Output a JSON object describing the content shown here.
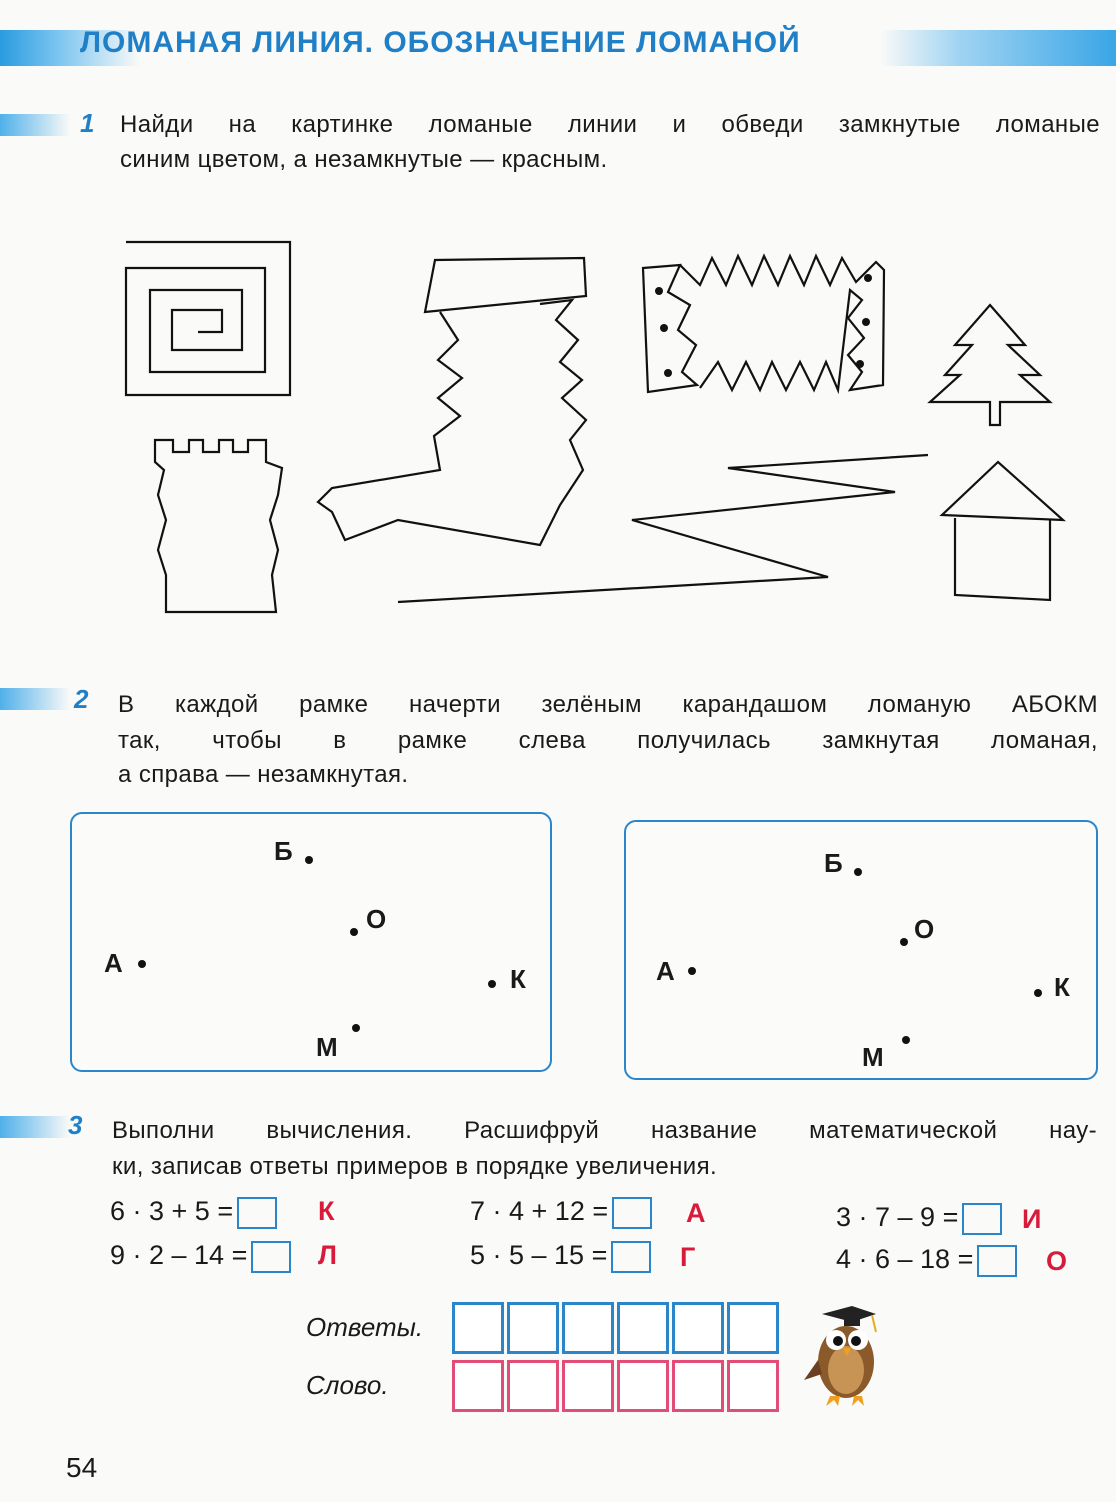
{
  "header": {
    "title": "ЛОМАНАЯ ЛИНИЯ. ОБОЗНАЧЕНИЕ ЛОМАНОЙ"
  },
  "task1": {
    "number": "1",
    "line1": "Найди на картинке ломаные линии и обведи замкнутые ломаные",
    "line2": "синим цветом, а незамкнутые — красным."
  },
  "task2": {
    "number": "2",
    "line1": "В каждой рамке начерти зелёным карандашом ломаную АБОКМ",
    "line2": "так, чтобы в рамке слева получилась замкнутая ломаная,",
    "line3": "а справа — незамкнутая.",
    "frames": [
      {
        "points": {
          "A": "А",
          "B": "Б",
          "O": "О",
          "K": "К",
          "M": "М"
        }
      },
      {
        "points": {
          "A": "А",
          "B": "Б",
          "O": "О",
          "K": "К",
          "M": "М"
        }
      }
    ]
  },
  "task3": {
    "number": "3",
    "line1": "Выполни вычисления. Расшифруй название математической нау-",
    "line2": "ки, записав ответы примеров в порядке увеличения.",
    "examples": [
      {
        "expr": "6 · 3 + 5 =",
        "letter": "К"
      },
      {
        "expr": "7 · 4 + 12 =",
        "letter": "А"
      },
      {
        "expr": "3 · 7 – 9 =",
        "letter": "И"
      },
      {
        "expr": "9 · 2 – 14 =",
        "letter": "Л"
      },
      {
        "expr": "5 · 5 – 15 =",
        "letter": "Г"
      },
      {
        "expr": "4 · 6 – 18 =",
        "letter": "О"
      }
    ],
    "answers_label": "Ответы.",
    "word_label": "Слово."
  },
  "colors": {
    "accent_blue": "#1f80c8",
    "letter_red": "#d81b3a",
    "cell_pink": "#e24c79"
  },
  "icons": {
    "mascot": "owl-scholar-icon"
  },
  "page_number": "54"
}
